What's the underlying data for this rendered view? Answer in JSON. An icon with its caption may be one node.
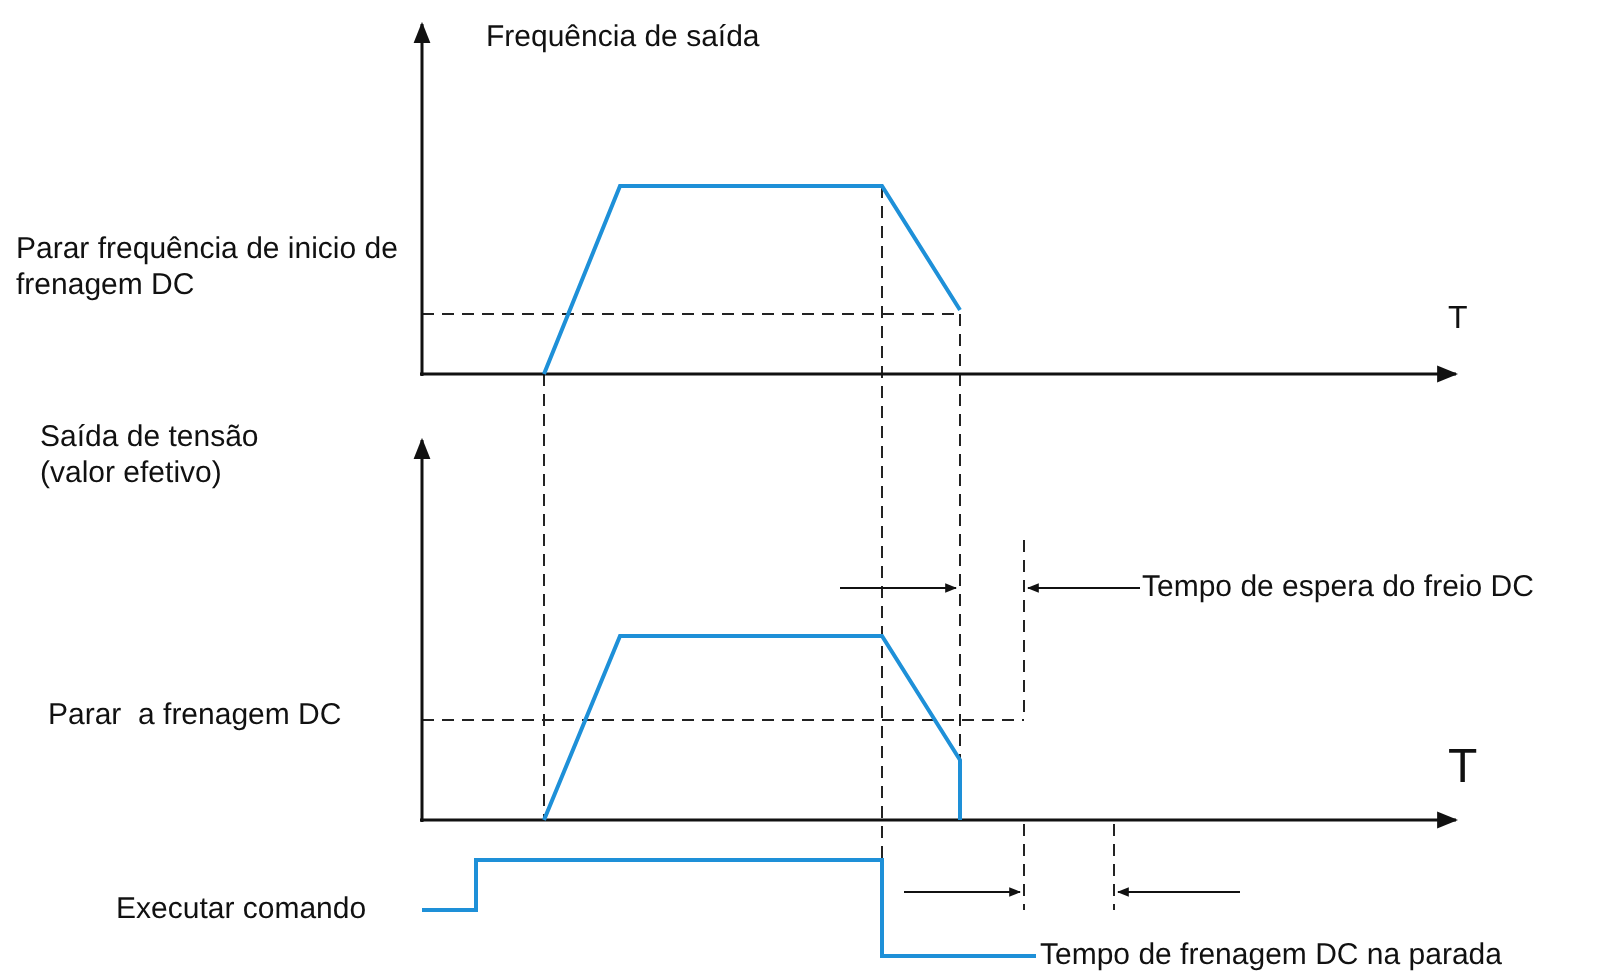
{
  "diagram": {
    "labels": [
      "Frequência de saída",
      "Parar frequência de inicio de frenagem DC",
      "T",
      "Saída de tensão (valor efetivo)",
      "Tempo de espera do freio DC",
      "Parar  a frenagem DC",
      "T",
      "Executar comando",
      "Tempo de frenagem DC na parada"
    ]
  }
}
